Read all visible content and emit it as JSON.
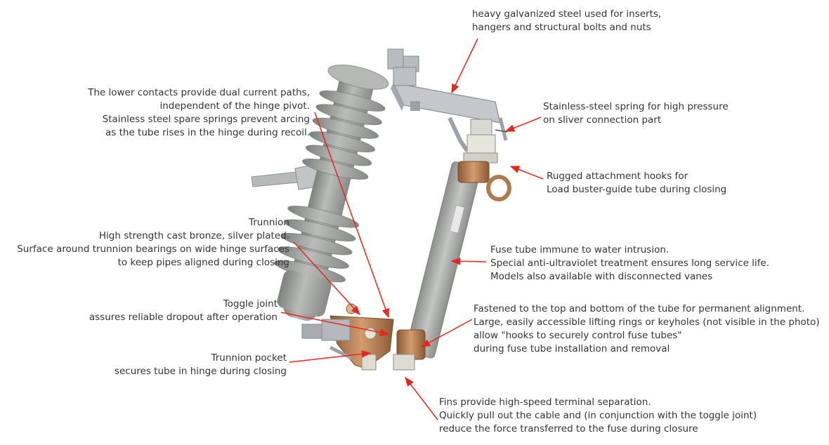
{
  "colors": {
    "arrow": "#e8251f",
    "insulator": "#a7aaa7",
    "insulator_shade": "#7d807d",
    "steel": "#c7cacc",
    "bronze": "#b07a4f",
    "tube": "#a9aba9",
    "text": "#333333"
  },
  "annotations": [
    {
      "id": "galvanized",
      "lines": [
        "heavy galvanized steel used for inserts,",
        "hangers and structural bolts and nuts"
      ]
    },
    {
      "id": "lower-contacts",
      "lines": [
        "The lower contacts provide dual current paths,",
        "independent of the hinge pivot.",
        "Stainless steel spare springs prevent arcing",
        "as the tube rises in the hinge during recoil."
      ]
    },
    {
      "id": "spring",
      "lines": [
        "Stainless-steel spring for high pressure",
        "on sliver connection part"
      ]
    },
    {
      "id": "hooks",
      "lines": [
        "Rugged attachment hooks for",
        "Load buster-guide tube during closing"
      ]
    },
    {
      "id": "trunnion",
      "lines": [
        "Trunnion",
        "High strength cast bronze, silver plated.",
        "Surface around trunnion bearings on wide hinge surfaces",
        "to keep pipes aligned during closing"
      ]
    },
    {
      "id": "fuse-tube",
      "lines": [
        "Fuse tube immune to water intrusion.",
        "Special anti-ultraviolet treatment ensures long service life.",
        "Models also available with disconnected vanes"
      ]
    },
    {
      "id": "toggle",
      "lines": [
        "Toggle joint",
        "assures reliable dropout after operation"
      ]
    },
    {
      "id": "fastened",
      "lines": [
        "Fastened to the top and bottom of the tube for permanent alignment.",
        "Large, easily accessible lifting rings or keyholes (not visible in the photo)",
        "allow \"hooks to securely control fuse tubes\"",
        "during fuse tube installation and removal"
      ]
    },
    {
      "id": "trunnion-pocket",
      "lines": [
        "Trunnion pocket",
        "secures tube in hinge during closing"
      ]
    },
    {
      "id": "fins",
      "lines": [
        "Fins provide high-speed terminal separation.",
        "Quickly pull out the cable and (in conjunction with the toggle joint)",
        "reduce the force transferred to the fuse during closure"
      ]
    }
  ]
}
